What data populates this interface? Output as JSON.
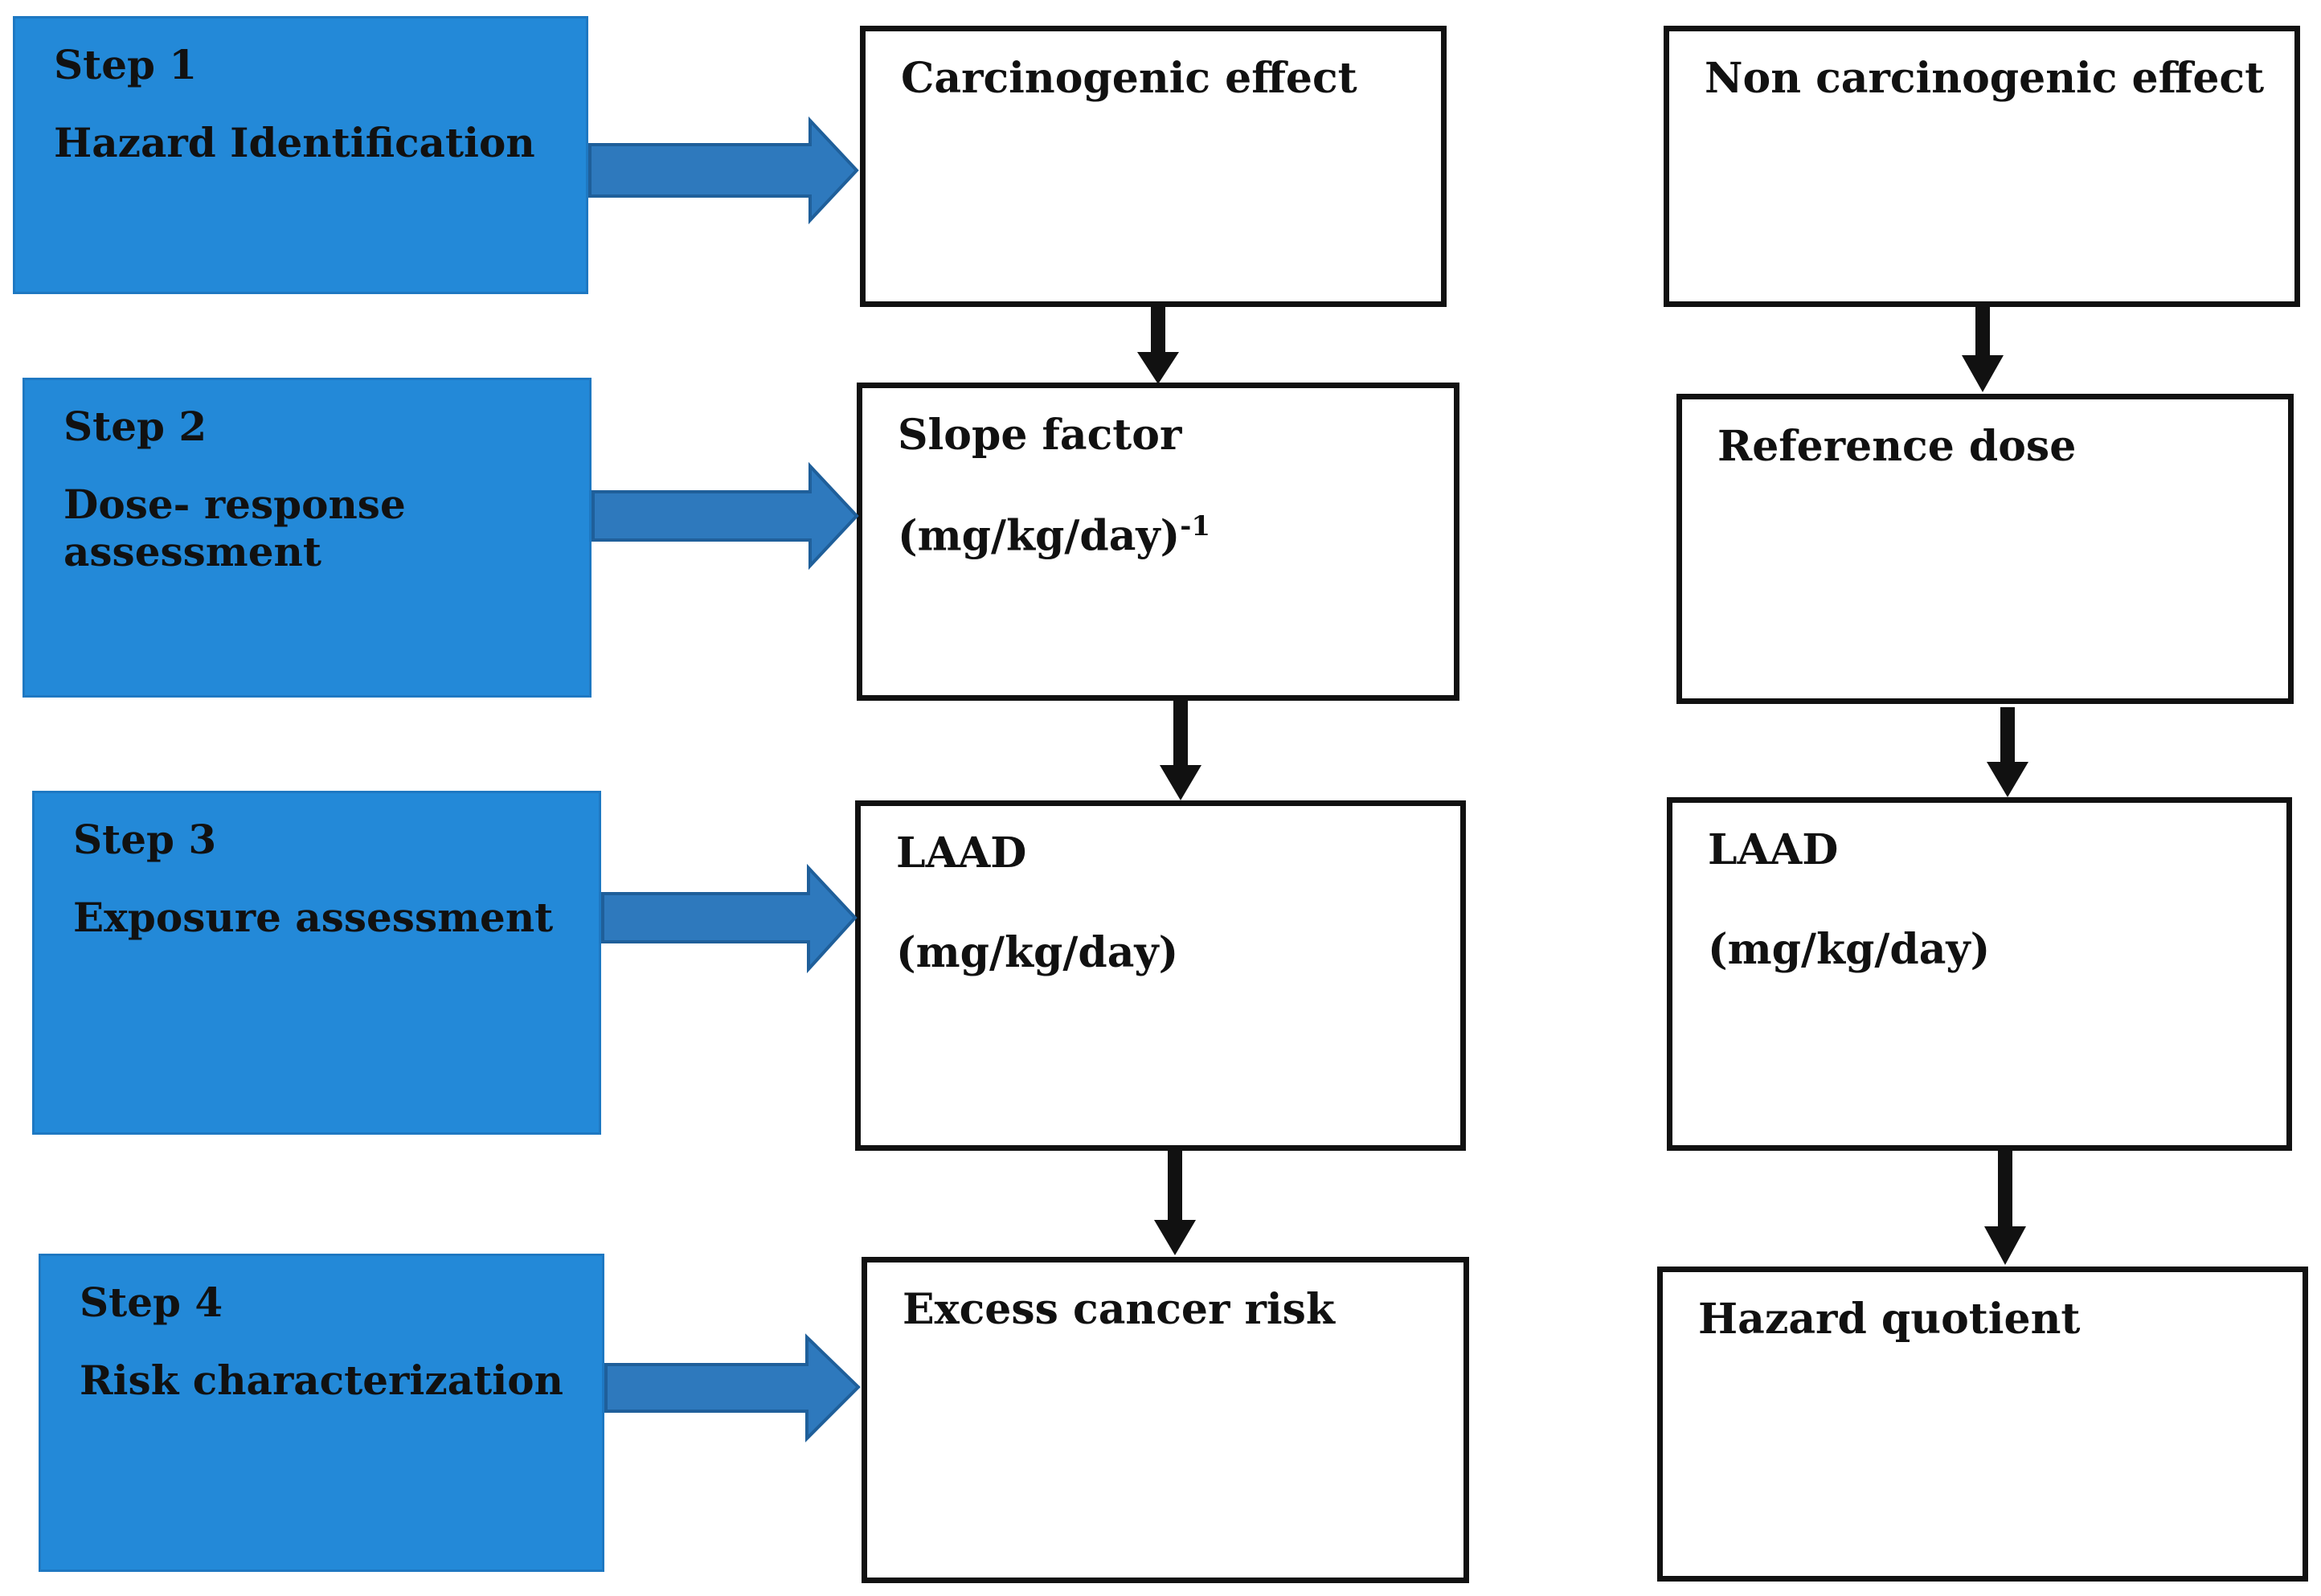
{
  "steps": [
    {
      "label": "Step 1",
      "title": "Hazard Identification"
    },
    {
      "label": "Step 2",
      "title": "Dose- response assessment"
    },
    {
      "label": "Step 3",
      "title": "Exposure assessment"
    },
    {
      "label": "Step 4",
      "title": "Risk characterization"
    }
  ],
  "carcinogenic": {
    "header": "Carcinogenic effect",
    "slope_factor": {
      "title": "Slope factor",
      "unit": "(mg/kg/day)",
      "exponent": "-1"
    },
    "laad": {
      "title": "LAAD",
      "unit": "(mg/kg/day)"
    },
    "result": "Excess cancer risk"
  },
  "non_carcinogenic": {
    "header": "Non carcinogenic effect",
    "reference_dose": {
      "title": "Reference dose"
    },
    "laad": {
      "title": "LAAD",
      "unit": "(mg/kg/day)"
    },
    "result": "Hazard quotient"
  },
  "colors": {
    "step_fill": "#2389d8",
    "arrow_fill": "#2e79bd",
    "arrow_stroke": "#1f5f9a",
    "box_border": "#111111"
  }
}
